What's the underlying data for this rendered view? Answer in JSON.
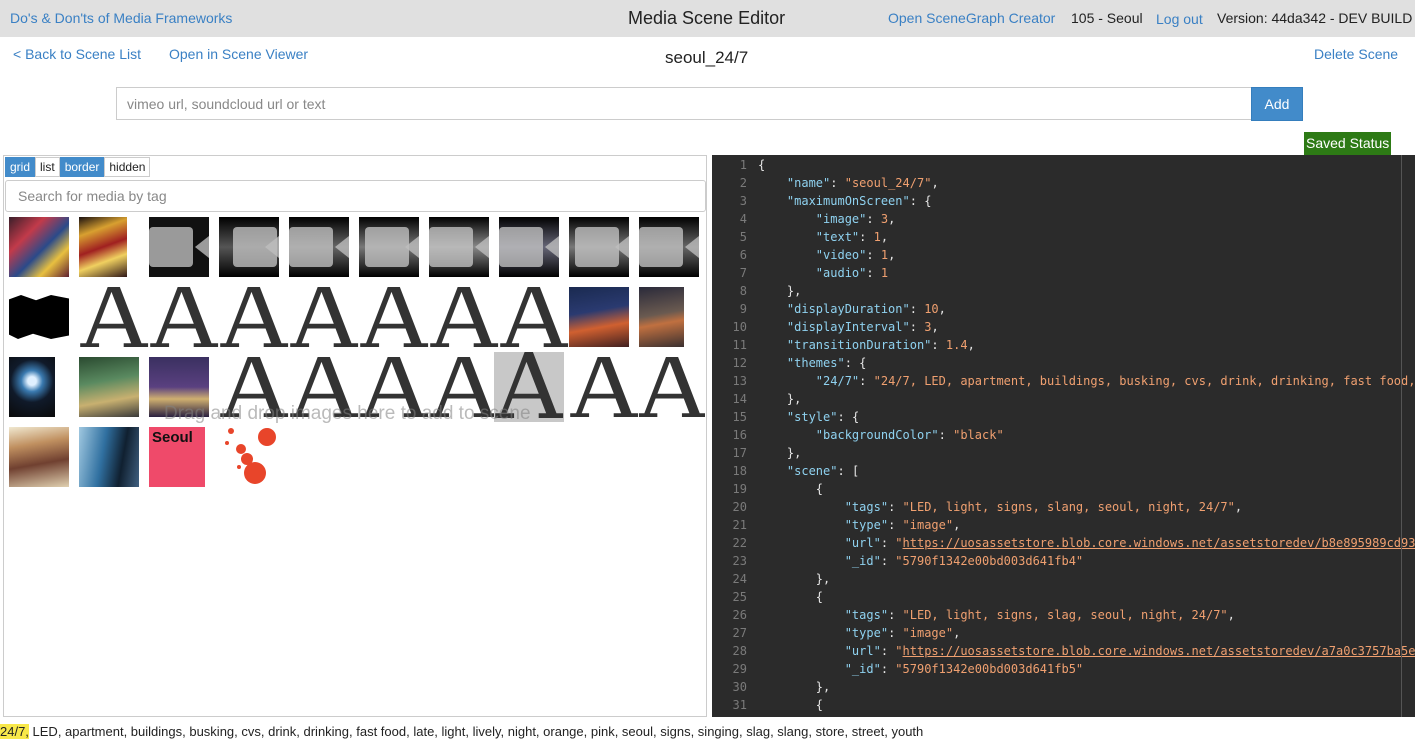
{
  "topbar": {
    "dos_donts": "Do's & Don'ts of Media Frameworks",
    "title": "Media Scene Editor",
    "scenegraph_link": "Open SceneGraph Creator",
    "user": "105 - Seoul",
    "logout": "Log out",
    "version": "Version: 44da342 - DEV BUILD"
  },
  "nav": {
    "back": "< Back to Scene List",
    "viewer": "Open in Scene Viewer",
    "scene_title": "seoul_24/7",
    "delete": "Delete Scene"
  },
  "add_media": {
    "placeholder": "vimeo url, soundcloud url or text",
    "button": "Add"
  },
  "saved_status": "Saved Status",
  "media_panel": {
    "modes": [
      {
        "label": "grid",
        "active": true
      },
      {
        "label": "list",
        "active": false
      },
      {
        "label": "border",
        "active": true
      },
      {
        "label": "hidden",
        "active": false
      }
    ],
    "search_placeholder": "Search for media by tag",
    "drop_message": "Drag and drop images here to add to scene",
    "text_glyph": "A",
    "seoul_label": "Seoul"
  },
  "json_editor": {
    "lines": [
      {
        "n": "1",
        "t": "{"
      },
      {
        "n": "2",
        "k": "\"name\"",
        "v": "\"seoul_24/7\"",
        "e": ","
      },
      {
        "n": "3",
        "k": "\"maximumOnScreen\"",
        "e": " {"
      },
      {
        "n": "4",
        "k": "\"image\"",
        "v": "3",
        "e": ","
      },
      {
        "n": "5",
        "k": "\"text\"",
        "v": "1",
        "e": ","
      },
      {
        "n": "6",
        "k": "\"video\"",
        "v": "1",
        "e": ","
      },
      {
        "n": "7",
        "k": "\"audio\"",
        "v": "1",
        "e": ""
      },
      {
        "n": "8",
        "t": "    },"
      },
      {
        "n": "9",
        "k": "\"displayDuration\"",
        "v": "10",
        "e": ","
      },
      {
        "n": "10",
        "k": "\"displayInterval\"",
        "v": "3",
        "e": ","
      },
      {
        "n": "11",
        "k": "\"transitionDuration\"",
        "v": "1.4",
        "e": ","
      },
      {
        "n": "12",
        "k": "\"themes\"",
        "e": " {"
      },
      {
        "n": "13",
        "k": "\"24/7\"",
        "v": "\"24/7, LED, apartment, buildings, busking, cvs, drink, drinking, fast food,",
        "e": ""
      },
      {
        "n": "14",
        "t": "    },"
      },
      {
        "n": "15",
        "k": "\"style\"",
        "e": " {"
      },
      {
        "n": "16",
        "k": "\"backgroundColor\"",
        "v": "\"black\"",
        "e": ""
      },
      {
        "n": "17",
        "t": "    },"
      },
      {
        "n": "18",
        "k": "\"scene\"",
        "e": " ["
      },
      {
        "n": "19",
        "t": "        {"
      },
      {
        "n": "20",
        "k": "\"tags\"",
        "v": "\"LED, light, signs, slang, seoul, night, 24/7\"",
        "e": ","
      },
      {
        "n": "21",
        "k": "\"type\"",
        "v": "\"image\"",
        "e": ","
      },
      {
        "n": "22",
        "k": "\"url\"",
        "v": "\"https://uosassetstore.blob.core.windows.net/assetstoredev/b8e895989cd93",
        "e": "",
        "url": true
      },
      {
        "n": "23",
        "k": "\"_id\"",
        "v": "\"5790f1342e00bd003d641fb4\"",
        "e": ""
      },
      {
        "n": "24",
        "t": "        },"
      },
      {
        "n": "25",
        "t": "        {"
      },
      {
        "n": "26",
        "k": "\"tags\"",
        "v": "\"LED, light, signs, slag, seoul, night, 24/7\"",
        "e": ","
      },
      {
        "n": "27",
        "k": "\"type\"",
        "v": "\"image\"",
        "e": ","
      },
      {
        "n": "28",
        "k": "\"url\"",
        "v": "\"https://uosassetstore.blob.core.windows.net/assetstoredev/a7a0c3757ba5e",
        "e": "",
        "url": true
      },
      {
        "n": "29",
        "k": "\"_id\"",
        "v": "\"5790f1342e00bd003d641fb5\"",
        "e": ""
      },
      {
        "n": "30",
        "t": "        },"
      },
      {
        "n": "31",
        "t": "        {"
      }
    ]
  },
  "footer": {
    "highlighted_tag": "24/7,",
    "tags": " LED, apartment, buildings, busking, cvs, drink, drinking, fast food, late, light, lively, night, orange, pink, seoul, signs, singing, slag, slang, store, street, youth"
  },
  "colors": {
    "accent": "#428bca",
    "saved": "#2d7a15",
    "editor_bg": "#2b2b2b",
    "json_key": "#8fd2f0",
    "json_value": "#f0a070",
    "tag_highlight": "#f8e84a"
  }
}
